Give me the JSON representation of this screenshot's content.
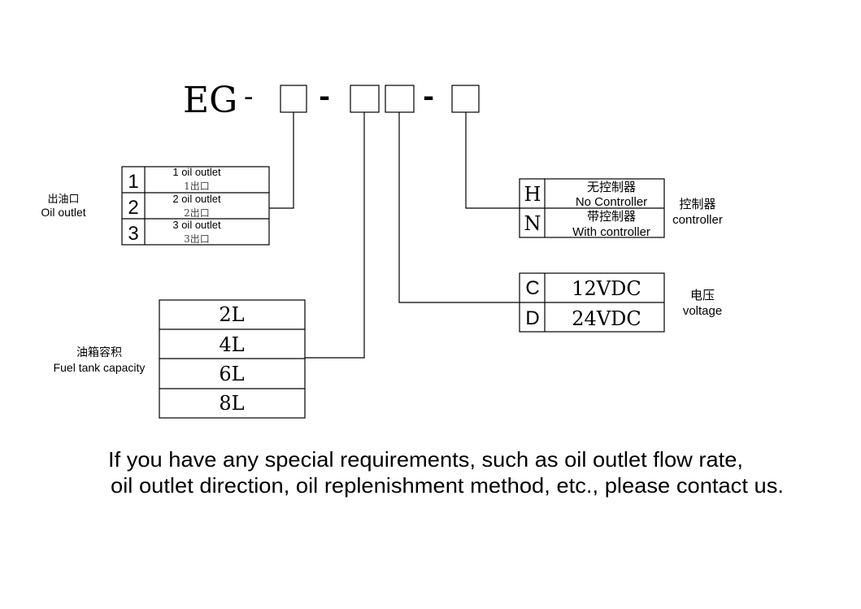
{
  "model_code": {
    "prefix": "EG",
    "sep1": "-",
    "sep2": "-",
    "sep3": "-"
  },
  "oil_outlet": {
    "label_cn": "出油口",
    "label_en": "Oil outlet",
    "options": [
      {
        "code": "1",
        "en": "1 oil outlet",
        "cn": "1出口"
      },
      {
        "code": "2",
        "en": "2 oil outlet",
        "cn": "2出口"
      },
      {
        "code": "3",
        "en": "3 oil outlet",
        "cn": "3出口"
      }
    ]
  },
  "tank": {
    "label_cn": "油箱容积",
    "label_en": "Fuel tank capacity",
    "options": [
      "2L",
      "4L",
      "6L",
      "8L"
    ]
  },
  "voltage": {
    "label_cn": "电压",
    "label_en": "voltage",
    "options": [
      {
        "code": "C",
        "value": "12VDC"
      },
      {
        "code": "D",
        "value": "24VDC"
      }
    ]
  },
  "controller": {
    "label_cn": "控制器",
    "label_en": "controller",
    "options": [
      {
        "code": "H",
        "cn": "无控制器",
        "en": "No Controller"
      },
      {
        "code": "N",
        "cn": "带控制器",
        "en": "With controller"
      }
    ]
  },
  "note": {
    "line1": "If you have any special requirements, such as oil outlet flow rate,",
    "line2": "oil outlet direction, oil replenishment method, etc., please contact us."
  }
}
